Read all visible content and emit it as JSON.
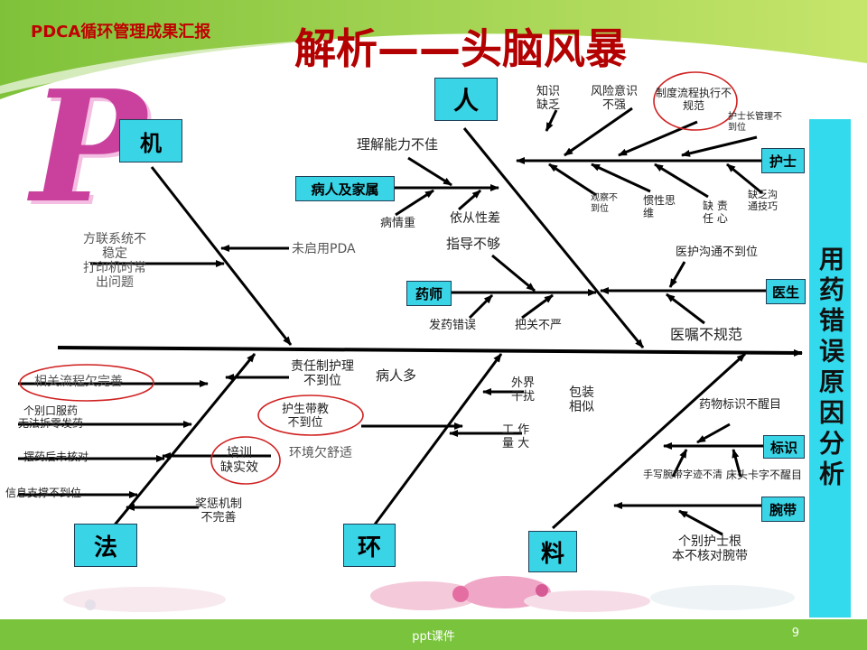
{
  "header": {
    "subtitle": "PDCA循环管理成果汇报",
    "title": "解析——头脑风暴",
    "logo_letter": "P"
  },
  "effect": "用药错误原因分析",
  "categories": {
    "ren": "人",
    "ji": "机",
    "fa": "法",
    "huan": "环",
    "liao": "料",
    "patient_family": "病人及家属",
    "pharmacist": "药师",
    "nurse": "护士",
    "doctor": "医生",
    "label": "标识",
    "wristband": "腕带"
  },
  "causes": {
    "knowledge": "知识\n缺乏",
    "risk": "风险意识\n不强",
    "process_exec": "制度流程执行不\n规范",
    "head_nurse": "护士长管理不\n到位",
    "understanding": "理解能力不佳",
    "observe": "观察不\n到位",
    "inertia": "惯性思\n维",
    "responsibility": "缺 责\n任 心",
    "communication_skill": "缺乏沟\n通技巧",
    "severe": "病情重",
    "compliance": "依从性差",
    "guidance": "指导不够",
    "dispensing": "发药错误",
    "check": "把关不严",
    "doc_nurse_comm": "医护沟通不到位",
    "orders": "医嘱不规范",
    "system": "方联系统不\n稳定\n打印机时常\n出问题",
    "pda": "未启用PDA",
    "process_lacking": "相关流程欠完善",
    "oral": "个别口服药\n无法拆零发药",
    "not_checked": "摆药后未核对",
    "info_support": "信息支撑不到位",
    "accountability": "责任制护理\n不到位",
    "escort": "护生带教\n不到位",
    "training": "培训\n缺实效",
    "reward": "奖惩机制\n不完善",
    "patients": "病人多",
    "env": "环境欠舒适",
    "external": "外界\n干扰",
    "workload": "工 作\n量 大",
    "packaging": "包装\n相似",
    "drug_label": "药物标识不醒目",
    "handwrite": "手写腕带字迹不清",
    "bed_card": "床头卡字不醒目",
    "not_verify": "个别护士根\n本不核对腕带"
  },
  "footer": {
    "text": "ppt课件",
    "page": "9"
  }
}
